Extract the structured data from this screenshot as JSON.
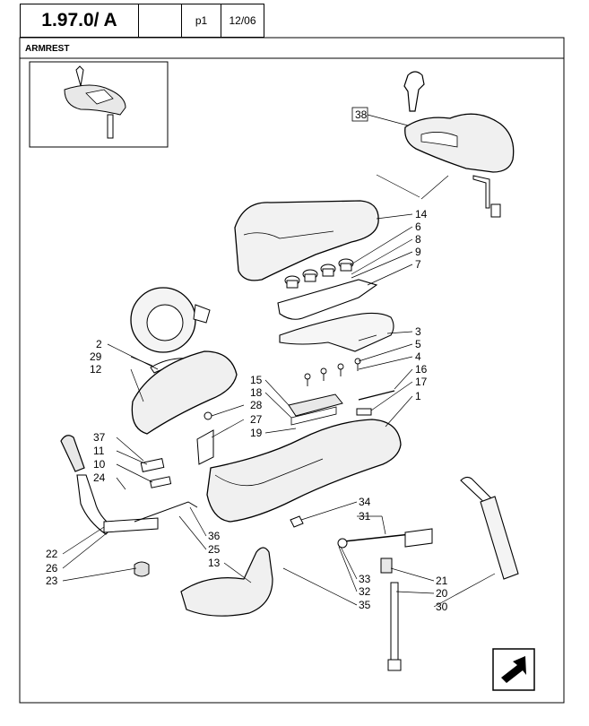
{
  "header": {
    "code": "1.97.0/  A",
    "page": "p1",
    "date": "12/06"
  },
  "section_title": "ARMREST",
  "callouts": {
    "c38": "38",
    "c14": "14",
    "c6": "6",
    "c8": "8",
    "c9": "9",
    "c7": "7",
    "c3": "3",
    "c5": "5",
    "c4": "4",
    "c16": "16",
    "c17": "17",
    "c1": "1",
    "c15": "15",
    "c18": "18",
    "c28": "28",
    "c27": "27",
    "c19": "19",
    "c2": "2",
    "c29": "29",
    "c12": "12",
    "c37": "37",
    "c11": "11",
    "c10": "10",
    "c24": "24",
    "c22": "22",
    "c26": "26",
    "c23": "23",
    "c36": "36",
    "c25": "25",
    "c13": "13",
    "c34": "34",
    "c31": "31",
    "c33": "33",
    "c32": "32",
    "c35": "35",
    "c21": "21",
    "c20": "20",
    "c30": "30"
  },
  "icons": {
    "next_page": "arrow-next-icon"
  }
}
